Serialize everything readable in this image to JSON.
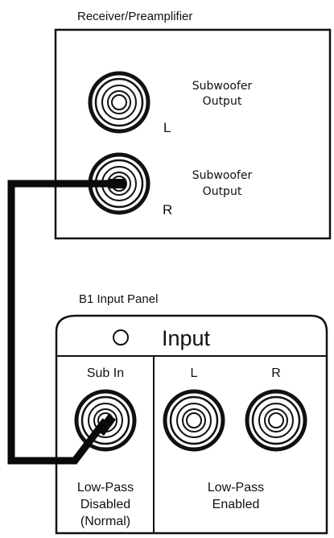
{
  "receiver": {
    "title": "Receiver/Preamplifier",
    "jack_left": {
      "output_label": "Subwoofer Output",
      "output_line1": "Subwoofer",
      "output_line2": "Output",
      "channel": "L"
    },
    "jack_right": {
      "output_label": "Subwoofer Output",
      "output_line1": "Subwoofer",
      "output_line2": "Output",
      "channel": "R"
    }
  },
  "input_panel": {
    "title": "B1 Input Panel",
    "header": "Input",
    "sub_in_label": "Sub In",
    "left_label": "L",
    "right_label": "R",
    "low_pass_disabled": {
      "line1": "Low-Pass",
      "line2": "Disabled",
      "line3": "(Normal)"
    },
    "low_pass_enabled": {
      "line1": "Low-Pass",
      "line2": "Enabled"
    }
  },
  "colors": {
    "line": "#111111",
    "background": "#ffffff",
    "cable": "#0a0a0a"
  },
  "icons": {
    "jack": "rca-jack-icon",
    "indicator": "led-indicator-icon"
  }
}
